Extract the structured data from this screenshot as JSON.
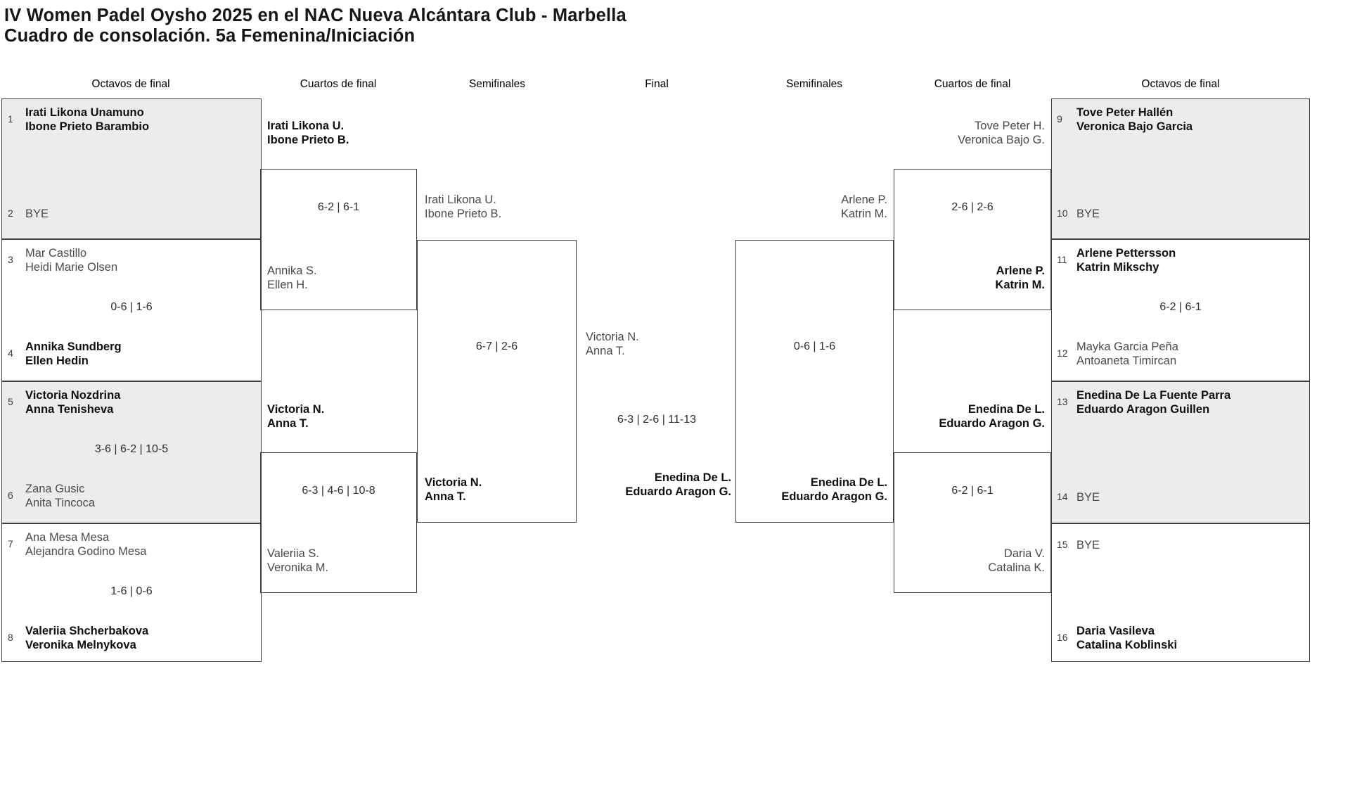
{
  "page": {
    "title_line1": "IV Women Padel Oysho 2025 en el NAC Nueva Alcántara Club - Marbella",
    "title_line2": "Cuadro de consolación. 5a Femenina/Iniciación"
  },
  "round_headers": [
    "Octavos de final",
    "Cuartos de final",
    "Semifinales",
    "Final",
    "Semifinales",
    "Cuartos de final",
    "Octavos de final"
  ],
  "colors": {
    "shaded_box": "#ececec",
    "box_border": "#3f3f3f",
    "winner_text": "#101010",
    "loser_text": "#4a4a4a",
    "background": "#ffffff"
  },
  "bracket": {
    "r16_left": [
      {
        "top": {
          "seed": "1",
          "p1": "Irati Likona Unamuno",
          "p2": "Ibone Prieto Barambio",
          "winner": true
        },
        "score": "",
        "bottom": {
          "seed": "2",
          "p1": "BYE",
          "p2": "",
          "winner": false
        }
      },
      {
        "top": {
          "seed": "3",
          "p1": "Mar Castillo",
          "p2": "Heidi Marie Olsen",
          "winner": false
        },
        "score": "0-6 | 1-6",
        "bottom": {
          "seed": "4",
          "p1": "Annika Sundberg",
          "p2": "Ellen Hedin",
          "winner": true
        }
      },
      {
        "top": {
          "seed": "5",
          "p1": "Victoria Nozdrina",
          "p2": "Anna Tenisheva",
          "winner": true
        },
        "score": "3-6 | 6-2 | 10-5",
        "bottom": {
          "seed": "6",
          "p1": "Zana Gusic",
          "p2": "Anita Tincoca",
          "winner": false
        }
      },
      {
        "top": {
          "seed": "7",
          "p1": "Ana Mesa Mesa",
          "p2": "Alejandra Godino Mesa",
          "winner": false
        },
        "score": "1-6 | 0-6",
        "bottom": {
          "seed": "8",
          "p1": "Valeriia Shcherbakova",
          "p2": "Veronika Melnykova",
          "winner": true
        }
      }
    ],
    "qf_left": [
      {
        "top": {
          "p1": "Irati Likona U.",
          "p2": "Ibone Prieto B.",
          "winner": true
        },
        "score": "6-2 | 6-1",
        "bottom": {
          "p1": "Annika S.",
          "p2": "Ellen H.",
          "winner": false
        }
      },
      {
        "top": {
          "p1": "Victoria N.",
          "p2": "Anna T.",
          "winner": true
        },
        "score": "6-3 | 4-6 | 10-8",
        "bottom": {
          "p1": "Valeriia S.",
          "p2": "Veronika M.",
          "winner": false
        }
      }
    ],
    "sf_left": {
      "top": {
        "p1": "Irati Likona U.",
        "p2": "Ibone Prieto B.",
        "winner": false
      },
      "score": "6-7 | 2-6",
      "bottom": {
        "p1": "Victoria N.",
        "p2": "Anna T.",
        "winner": true
      }
    },
    "final": {
      "left": {
        "p1": "Victoria N.",
        "p2": "Anna T.",
        "winner": false
      },
      "score": "6-3 | 2-6 | 11-13",
      "right": {
        "p1": "Enedina De L.",
        "p2": "Eduardo Aragon G.",
        "winner": true
      }
    },
    "sf_right": {
      "top": {
        "p1": "Arlene P.",
        "p2": "Katrin M.",
        "winner": false
      },
      "score": "0-6 | 1-6",
      "bottom": {
        "p1": "Enedina De L.",
        "p2": "Eduardo Aragon G.",
        "winner": true
      }
    },
    "qf_right": [
      {
        "top": {
          "p1": "Tove Peter H.",
          "p2": "Veronica Bajo G.",
          "winner": false
        },
        "score": "2-6 | 2-6",
        "bottom": {
          "p1": "Arlene P.",
          "p2": "Katrin M.",
          "winner": true
        }
      },
      {
        "top": {
          "p1": "Enedina De L.",
          "p2": "Eduardo Aragon G.",
          "winner": true
        },
        "score": "6-2 | 6-1",
        "bottom": {
          "p1": "Daria V.",
          "p2": "Catalina K.",
          "winner": false
        }
      }
    ],
    "r16_right": [
      {
        "top": {
          "seed": "9",
          "p1": "Tove Peter Hallén",
          "p2": "Veronica Bajo Garcia",
          "winner": true
        },
        "score": "",
        "bottom": {
          "seed": "10",
          "p1": "BYE",
          "p2": "",
          "winner": false
        }
      },
      {
        "top": {
          "seed": "11",
          "p1": "Arlene Pettersson",
          "p2": "Katrin Mikschy",
          "winner": true
        },
        "score": "6-2 | 6-1",
        "bottom": {
          "seed": "12",
          "p1": "Mayka Garcia Peña",
          "p2": "Antoaneta Timircan",
          "winner": false
        }
      },
      {
        "top": {
          "seed": "13",
          "p1": "Enedina De La Fuente Parra",
          "p2": "Eduardo Aragon Guillen",
          "winner": true
        },
        "score": "",
        "bottom": {
          "seed": "14",
          "p1": "BYE",
          "p2": "",
          "winner": false
        }
      },
      {
        "top": {
          "seed": "15",
          "p1": "BYE",
          "p2": "",
          "winner": false
        },
        "score": "",
        "bottom": {
          "seed": "16",
          "p1": "Daria Vasileva",
          "p2": "Catalina Koblinski",
          "winner": true
        }
      }
    ]
  }
}
